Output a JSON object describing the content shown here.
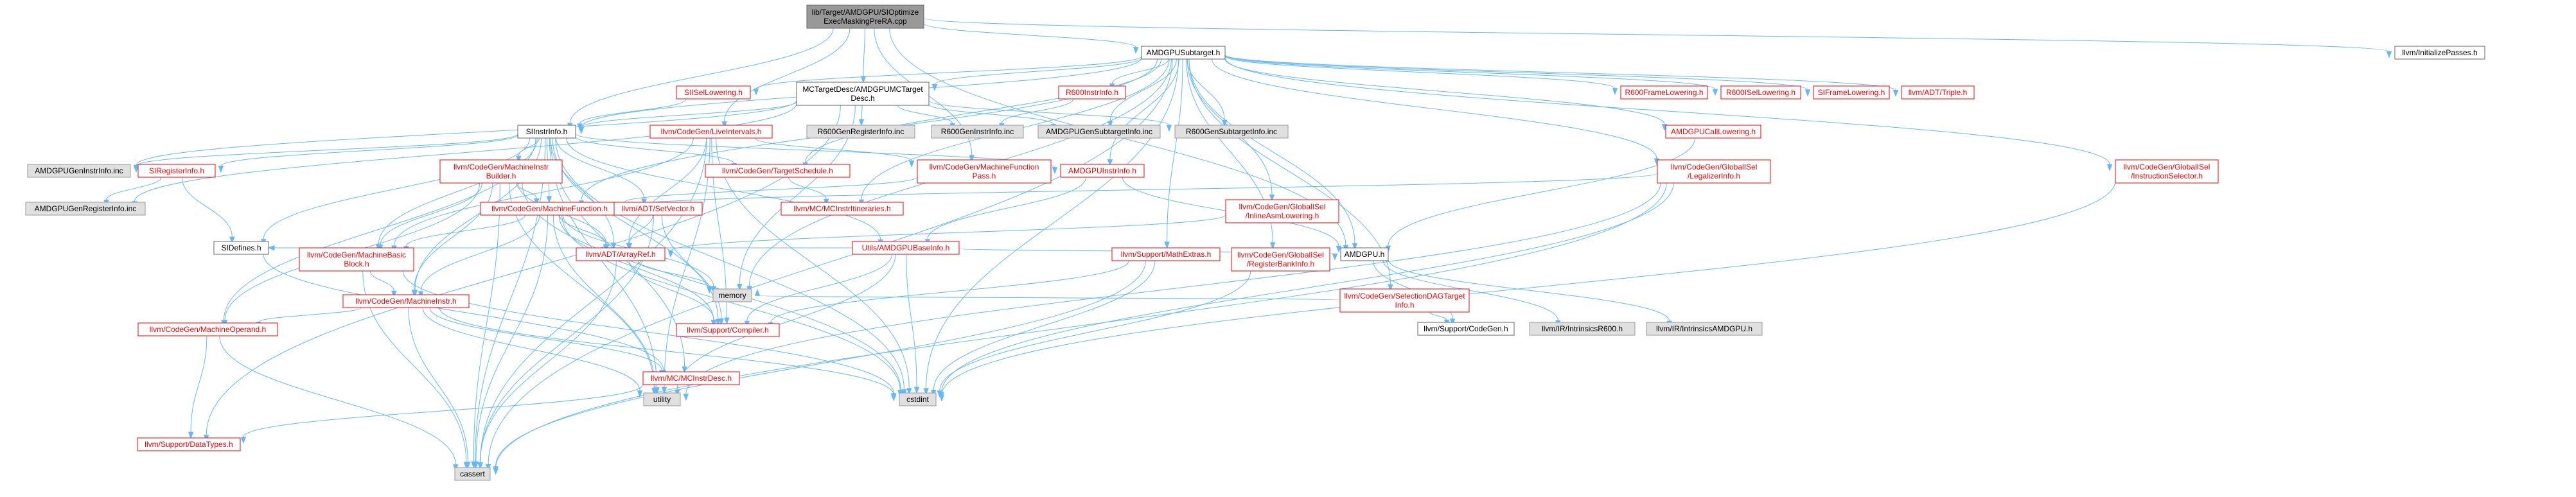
{
  "colors": {
    "edge": "#63b8ff",
    "root_fill": "#999999",
    "root_border": "#666666",
    "doc_fill": "#ffffff",
    "doc_border": "#ff0000",
    "doc_border_plain": "#666666",
    "doc_text_red": "#ff0000",
    "gray_fill": "#e0e0e0",
    "gray_border": "#999999",
    "text": "#000000"
  },
  "nodes": [
    {
      "id": "root",
      "lines": [
        "lib/Target/AMDGPU/SIOptimize",
        "ExecMaskingPreRA.cpp"
      ],
      "kind": "root"
    },
    {
      "id": "subtarget",
      "lines": [
        "AMDGPUSubtarget.h"
      ],
      "kind": "plain"
    },
    {
      "id": "initpasses",
      "lines": [
        "llvm/InitializePasses.h"
      ],
      "kind": "plain"
    },
    {
      "id": "siisellowering",
      "lines": [
        "SIISelLowering.h"
      ],
      "kind": "red"
    },
    {
      "id": "mctargetdesc",
      "lines": [
        "MCTargetDesc/AMDGPUMCTarget",
        "Desc.h"
      ],
      "kind": "plain"
    },
    {
      "id": "r600instrinfo",
      "lines": [
        "R600InstrInfo.h"
      ],
      "kind": "red"
    },
    {
      "id": "r600framelowering",
      "lines": [
        "R600FrameLowering.h"
      ],
      "kind": "red"
    },
    {
      "id": "r600isellowering",
      "lines": [
        "R600ISelLowering.h"
      ],
      "kind": "red"
    },
    {
      "id": "siframelowering",
      "lines": [
        "SIFrameLowering.h"
      ],
      "kind": "red"
    },
    {
      "id": "triple",
      "lines": [
        "llvm/ADT/Triple.h"
      ],
      "kind": "red"
    },
    {
      "id": "amdgpucalllowering",
      "lines": [
        "AMDGPUCallLowering.h"
      ],
      "kind": "red"
    },
    {
      "id": "legalizerinfo",
      "lines": [
        "llvm/CodeGen/GlobalISel",
        "/LegalizerInfo.h"
      ],
      "kind": "red"
    },
    {
      "id": "instructionselector",
      "lines": [
        "llvm/CodeGen/GlobalISel",
        "/InstructionSelector.h"
      ],
      "kind": "red"
    },
    {
      "id": "siinstrinfo",
      "lines": [
        "SIInstrInfo.h"
      ],
      "kind": "plain"
    },
    {
      "id": "liveintervals",
      "lines": [
        "llvm/CodeGen/LiveIntervals.h"
      ],
      "kind": "red"
    },
    {
      "id": "r600genregisterinfo",
      "lines": [
        "R600GenRegisterInfo.inc"
      ],
      "kind": "gray"
    },
    {
      "id": "r600geninstrinfo",
      "lines": [
        "R600GenInstrInfo.inc"
      ],
      "kind": "gray"
    },
    {
      "id": "amdgpugensubtargetinfo",
      "lines": [
        "AMDGPUGenSubtargetInfo.inc"
      ],
      "kind": "gray"
    },
    {
      "id": "r600gensubtargetinfo",
      "lines": [
        "R600GenSubtargetInfo.inc"
      ],
      "kind": "gray"
    },
    {
      "id": "amdgpugeninstrinfo",
      "lines": [
        "AMDGPUGenInstrInfo.inc"
      ],
      "kind": "gray"
    },
    {
      "id": "siregisterinfo",
      "lines": [
        "SIRegisterInfo.h"
      ],
      "kind": "red"
    },
    {
      "id": "amdgpugenregisterinfo",
      "lines": [
        "AMDGPUGenRegisterInfo.inc"
      ],
      "kind": "gray"
    },
    {
      "id": "machineinstrbuilder",
      "lines": [
        "llvm/CodeGen/MachineInstr",
        "Builder.h"
      ],
      "kind": "red"
    },
    {
      "id": "targetschedule",
      "lines": [
        "llvm/CodeGen/TargetSchedule.h"
      ],
      "kind": "red"
    },
    {
      "id": "machinefunctionpass",
      "lines": [
        "llvm/CodeGen/MachineFunction",
        "Pass.h"
      ],
      "kind": "red"
    },
    {
      "id": "amdgpuinstrinfo",
      "lines": [
        "AMDGPUInstrInfo.h"
      ],
      "kind": "red"
    },
    {
      "id": "inlineasmlowering",
      "lines": [
        "llvm/CodeGen/GlobalISel",
        "/InlineAsmLowering.h"
      ],
      "kind": "red"
    },
    {
      "id": "machinefunction",
      "lines": [
        "llvm/CodeGen/MachineFunction.h"
      ],
      "kind": "red"
    },
    {
      "id": "setvector",
      "lines": [
        "llvm/ADT/SetVector.h"
      ],
      "kind": "red"
    },
    {
      "id": "mcinstritineraries",
      "lines": [
        "llvm/MC/MCInstrItineraries.h"
      ],
      "kind": "red"
    },
    {
      "id": "amdgpubaseinfo",
      "lines": [
        "Utils/AMDGPUBaseInfo.h"
      ],
      "kind": "red"
    },
    {
      "id": "sidefines",
      "lines": [
        "SIDefines.h"
      ],
      "kind": "plain"
    },
    {
      "id": "machinebasicblock",
      "lines": [
        "llvm/CodeGen/MachineBasic",
        "Block.h"
      ],
      "kind": "red"
    },
    {
      "id": "arrayref",
      "lines": [
        "llvm/ADT/ArrayRef.h"
      ],
      "kind": "red"
    },
    {
      "id": "amdgpuh",
      "lines": [
        "AMDGPU.h"
      ],
      "kind": "plain"
    },
    {
      "id": "mathextras",
      "lines": [
        "llvm/Support/MathExtras.h"
      ],
      "kind": "red"
    },
    {
      "id": "registerbankinfo",
      "lines": [
        "llvm/CodeGen/GlobalISel",
        "/RegisterBankInfo.h"
      ],
      "kind": "red"
    },
    {
      "id": "selectiondagtargetinfo",
      "lines": [
        "llvm/CodeGen/SelectionDAGTarget",
        "Info.h"
      ],
      "kind": "red"
    },
    {
      "id": "memory",
      "lines": [
        "memory"
      ],
      "kind": "gray"
    },
    {
      "id": "codegenh",
      "lines": [
        "llvm/Support/CodeGen.h"
      ],
      "kind": "plain"
    },
    {
      "id": "intrinsicsr600",
      "lines": [
        "llvm/IR/IntrinsicsR600.h"
      ],
      "kind": "gray"
    },
    {
      "id": "intrinsicsamdgpu",
      "lines": [
        "llvm/IR/IntrinsicsAMDGPU.h"
      ],
      "kind": "gray"
    },
    {
      "id": "machineinstr",
      "lines": [
        "llvm/CodeGen/MachineInstr.h"
      ],
      "kind": "red"
    },
    {
      "id": "compiler",
      "lines": [
        "llvm/Support/Compiler.h"
      ],
      "kind": "red"
    },
    {
      "id": "machineoperand",
      "lines": [
        "llvm/CodeGen/MachineOperand.h"
      ],
      "kind": "red"
    },
    {
      "id": "mcinstrdesc",
      "lines": [
        "llvm/MC/MCInstrDesc.h"
      ],
      "kind": "red"
    },
    {
      "id": "utility",
      "lines": [
        "utility"
      ],
      "kind": "gray"
    },
    {
      "id": "cstdint",
      "lines": [
        "cstdint"
      ],
      "kind": "gray"
    },
    {
      "id": "datatypes",
      "lines": [
        "llvm/Support/DataTypes.h"
      ],
      "kind": "red"
    },
    {
      "id": "cassert",
      "lines": [
        "cassert"
      ],
      "kind": "gray"
    }
  ],
  "edges": [
    [
      "root",
      "subtarget"
    ],
    [
      "root",
      "initpasses"
    ],
    [
      "root",
      "mctargetdesc"
    ],
    [
      "root",
      "siinstrinfo"
    ],
    [
      "root",
      "liveintervals"
    ],
    [
      "root",
      "machinefunctionpass"
    ],
    [
      "root",
      "amdgpuh"
    ],
    [
      "subtarget",
      "siisellowering"
    ],
    [
      "subtarget",
      "mctargetdesc"
    ],
    [
      "subtarget",
      "r600instrinfo"
    ],
    [
      "subtarget",
      "r600framelowering"
    ],
    [
      "subtarget",
      "r600isellowering"
    ],
    [
      "subtarget",
      "siframelowering"
    ],
    [
      "subtarget",
      "triple"
    ],
    [
      "subtarget",
      "amdgpucalllowering"
    ],
    [
      "subtarget",
      "legalizerinfo"
    ],
    [
      "subtarget",
      "instructionselector"
    ],
    [
      "subtarget",
      "siinstrinfo"
    ],
    [
      "subtarget",
      "amdgpugensubtargetinfo"
    ],
    [
      "subtarget",
      "r600gensubtargetinfo"
    ],
    [
      "subtarget",
      "inlineasmlowering"
    ],
    [
      "subtarget",
      "mcinstritineraries"
    ],
    [
      "subtarget",
      "amdgpuinstrinfo"
    ],
    [
      "subtarget",
      "targetschedule"
    ],
    [
      "subtarget",
      "machinefunction"
    ],
    [
      "subtarget",
      "mathextras"
    ],
    [
      "subtarget",
      "registerbankinfo"
    ],
    [
      "subtarget",
      "selectiondagtargetinfo"
    ],
    [
      "subtarget",
      "amdgpuh"
    ],
    [
      "subtarget",
      "cstdint"
    ],
    [
      "subtarget",
      "cassert"
    ],
    [
      "subtarget",
      "memory"
    ],
    [
      "mctargetdesc",
      "r600genregisterinfo"
    ],
    [
      "mctargetdesc",
      "r600geninstrinfo"
    ],
    [
      "mctargetdesc",
      "amdgpugensubtargetinfo"
    ],
    [
      "mctargetdesc",
      "r600gensubtargetinfo"
    ],
    [
      "mctargetdesc",
      "amdgpugeninstrinfo"
    ],
    [
      "mctargetdesc",
      "amdgpugenregisterinfo"
    ],
    [
      "mctargetdesc",
      "siinstrinfo"
    ],
    [
      "mctargetdesc",
      "memory"
    ],
    [
      "mctargetdesc",
      "datatypes"
    ],
    [
      "r600instrinfo",
      "r600geninstrinfo"
    ],
    [
      "siisellowering",
      "siinstrinfo"
    ],
    [
      "siinstrinfo",
      "amdgpugeninstrinfo"
    ],
    [
      "siinstrinfo",
      "siregisterinfo"
    ],
    [
      "siinstrinfo",
      "machineinstrbuilder"
    ],
    [
      "siinstrinfo",
      "targetschedule"
    ],
    [
      "siinstrinfo",
      "amdgpuinstrinfo"
    ],
    [
      "siinstrinfo",
      "amdgpubaseinfo"
    ],
    [
      "siinstrinfo",
      "setvector"
    ],
    [
      "siinstrinfo",
      "machinefunction"
    ],
    [
      "siinstrinfo",
      "sidefines"
    ],
    [
      "siinstrinfo",
      "machinebasicblock"
    ],
    [
      "siinstrinfo",
      "machineinstr"
    ],
    [
      "siinstrinfo",
      "arrayref"
    ],
    [
      "siinstrinfo",
      "compiler"
    ],
    [
      "siinstrinfo",
      "machineoperand"
    ],
    [
      "siinstrinfo",
      "mcinstrdesc"
    ],
    [
      "siinstrinfo",
      "cassert"
    ],
    [
      "siinstrinfo",
      "cstdint"
    ],
    [
      "siinstrinfo",
      "utility"
    ],
    [
      "liveintervals",
      "arrayref"
    ],
    [
      "liveintervals",
      "machinebasicblock"
    ],
    [
      "liveintervals",
      "machinefunctionpass"
    ],
    [
      "liveintervals",
      "compiler"
    ],
    [
      "liveintervals",
      "cassert"
    ],
    [
      "liveintervals",
      "cstdint"
    ],
    [
      "liveintervals",
      "utility"
    ],
    [
      "siregisterinfo",
      "amdgpugenregisterinfo"
    ],
    [
      "siregisterinfo",
      "sidefines"
    ],
    [
      "machineinstrbuilder",
      "machinefunction"
    ],
    [
      "machineinstrbuilder",
      "machinebasicblock"
    ],
    [
      "machineinstrbuilder",
      "machineinstr"
    ],
    [
      "machineinstrbuilder",
      "machineoperand"
    ],
    [
      "machineinstrbuilder",
      "arrayref"
    ],
    [
      "machineinstrbuilder",
      "cassert"
    ],
    [
      "machineinstrbuilder",
      "cstdint"
    ],
    [
      "machineinstrbuilder",
      "utility"
    ],
    [
      "targetschedule",
      "mcinstritineraries"
    ],
    [
      "machinefunctionpass",
      "machinefunction"
    ],
    [
      "amdgpuinstrinfo",
      "amdgpubaseinfo"
    ],
    [
      "amdgpuinstrinfo",
      "amdgpuh"
    ],
    [
      "amdgpucalllowering",
      "amdgpuh"
    ],
    [
      "legalizerinfo",
      "machinefunction"
    ],
    [
      "legalizerinfo",
      "cassert"
    ],
    [
      "legalizerinfo",
      "cstdint"
    ],
    [
      "legalizerinfo",
      "utility"
    ],
    [
      "instructionselector",
      "cstdint"
    ],
    [
      "inlineasmlowering",
      "arrayref"
    ],
    [
      "machinefunction",
      "arrayref"
    ],
    [
      "machinefunction",
      "machinebasicblock"
    ],
    [
      "machinefunction",
      "machineinstr"
    ],
    [
      "machinefunction",
      "compiler"
    ],
    [
      "machinefunction",
      "cassert"
    ],
    [
      "machinefunction",
      "cstdint"
    ],
    [
      "machinefunction",
      "memory"
    ],
    [
      "machinefunction",
      "utility"
    ],
    [
      "setvector",
      "arrayref"
    ],
    [
      "setvector",
      "compiler"
    ],
    [
      "setvector",
      "cassert"
    ],
    [
      "amdgpubaseinfo",
      "sidefines"
    ],
    [
      "amdgpubaseinfo",
      "amdgpuh"
    ],
    [
      "amdgpubaseinfo",
      "compiler"
    ],
    [
      "amdgpubaseinfo",
      "cstdint"
    ],
    [
      "amdgpubaseinfo",
      "utility"
    ],
    [
      "sidefines",
      "mcinstrdesc"
    ],
    [
      "machinebasicblock",
      "machineinstr"
    ],
    [
      "machinebasicblock",
      "cassert"
    ],
    [
      "machinebasicblock",
      "cstdint"
    ],
    [
      "arrayref",
      "compiler"
    ],
    [
      "arrayref",
      "cassert"
    ],
    [
      "arrayref",
      "memory"
    ],
    [
      "amdgpuh",
      "codegenh"
    ],
    [
      "amdgpuh",
      "intrinsicsr600"
    ],
    [
      "amdgpuh",
      "intrinsicsamdgpu"
    ],
    [
      "mathextras",
      "compiler"
    ],
    [
      "mathextras",
      "cassert"
    ],
    [
      "mathextras",
      "cstdint"
    ],
    [
      "registerbankinfo",
      "cstdint"
    ],
    [
      "selectiondagtargetinfo",
      "codegenh"
    ],
    [
      "selectiondagtargetinfo",
      "memory"
    ],
    [
      "machineinstr",
      "machineoperand"
    ],
    [
      "machineinstr",
      "mcinstrdesc"
    ],
    [
      "machineinstr",
      "cassert"
    ],
    [
      "machineinstr",
      "cstdint"
    ],
    [
      "machineinstr",
      "utility"
    ],
    [
      "machineoperand",
      "datatypes"
    ],
    [
      "machineoperand",
      "cassert"
    ],
    [
      "mcinstrdesc",
      "datatypes"
    ]
  ]
}
